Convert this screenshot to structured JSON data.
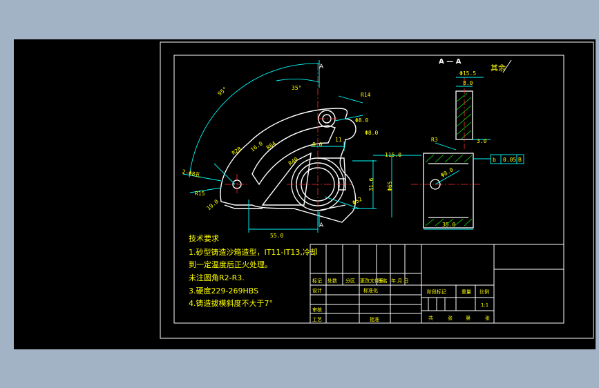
{
  "colors": {
    "background": "#a3b3c6",
    "canvas": "#000000",
    "frame": "#ffffff",
    "geometry": "#ffffff",
    "dimension": "#00ffff",
    "text": "#ffff00",
    "centerline": "#ff3030",
    "hatch": "#00ff00"
  },
  "section_labels": {
    "a_top": "A",
    "a_bottom": "A",
    "section_title": "A — A",
    "remaining_roughness": "其余"
  },
  "dimensions": {
    "angle_outer": "95°",
    "angle_inner": "35°",
    "r14": "R14",
    "dia8": "Φ8.0",
    "dia8b": "Φ8.0",
    "width11": "11",
    "d80": "8.0",
    "r28": "R28",
    "d160": "16.0",
    "r64": "R64",
    "r40": "R40",
    "hole_2x8": "2-Φ8孔",
    "r15": "R15",
    "d190": "19.0",
    "d550": "55.0",
    "d316": "31.6",
    "phi52": "Φ52",
    "d1150": "115.0",
    "phi65": "Φ65",
    "phi155": "Φ15.5",
    "r3": "R3",
    "side_80": "8.0",
    "side_30": "3.0",
    "phi80": "Φ8.0",
    "d350": "35.0",
    "tol_sym": "b",
    "tol_val": "0.05",
    "tol_ref": "B"
  },
  "notes": {
    "title": "技术要求",
    "line1": "1.砂型铸造沙箱造型，IT11-IT13,冷却",
    "line2": "到一定温度后正火处理。",
    "line3": "未注圆角R2-R3.",
    "line4": "3.硬度229-269HBS",
    "line5": "4.铸造拔模斜度不大于7°"
  },
  "title_block": {
    "c_mark": "标记",
    "c_count": "处数",
    "c_zone": "分区",
    "c_doc": "更改文件号",
    "c_sign": "签名",
    "c_date": "年.月.日",
    "c_design": "设计",
    "c_std": "标准化",
    "c_check": "审核",
    "c_process": "工艺",
    "c_approve": "批准",
    "c_stage": "阶段标记",
    "c_weight": "重量",
    "c_scale": "比例",
    "scale_value": "1:1",
    "c_total": "共",
    "c_sheet": "张",
    "c_no": "第",
    "c_sheet2": "张"
  }
}
